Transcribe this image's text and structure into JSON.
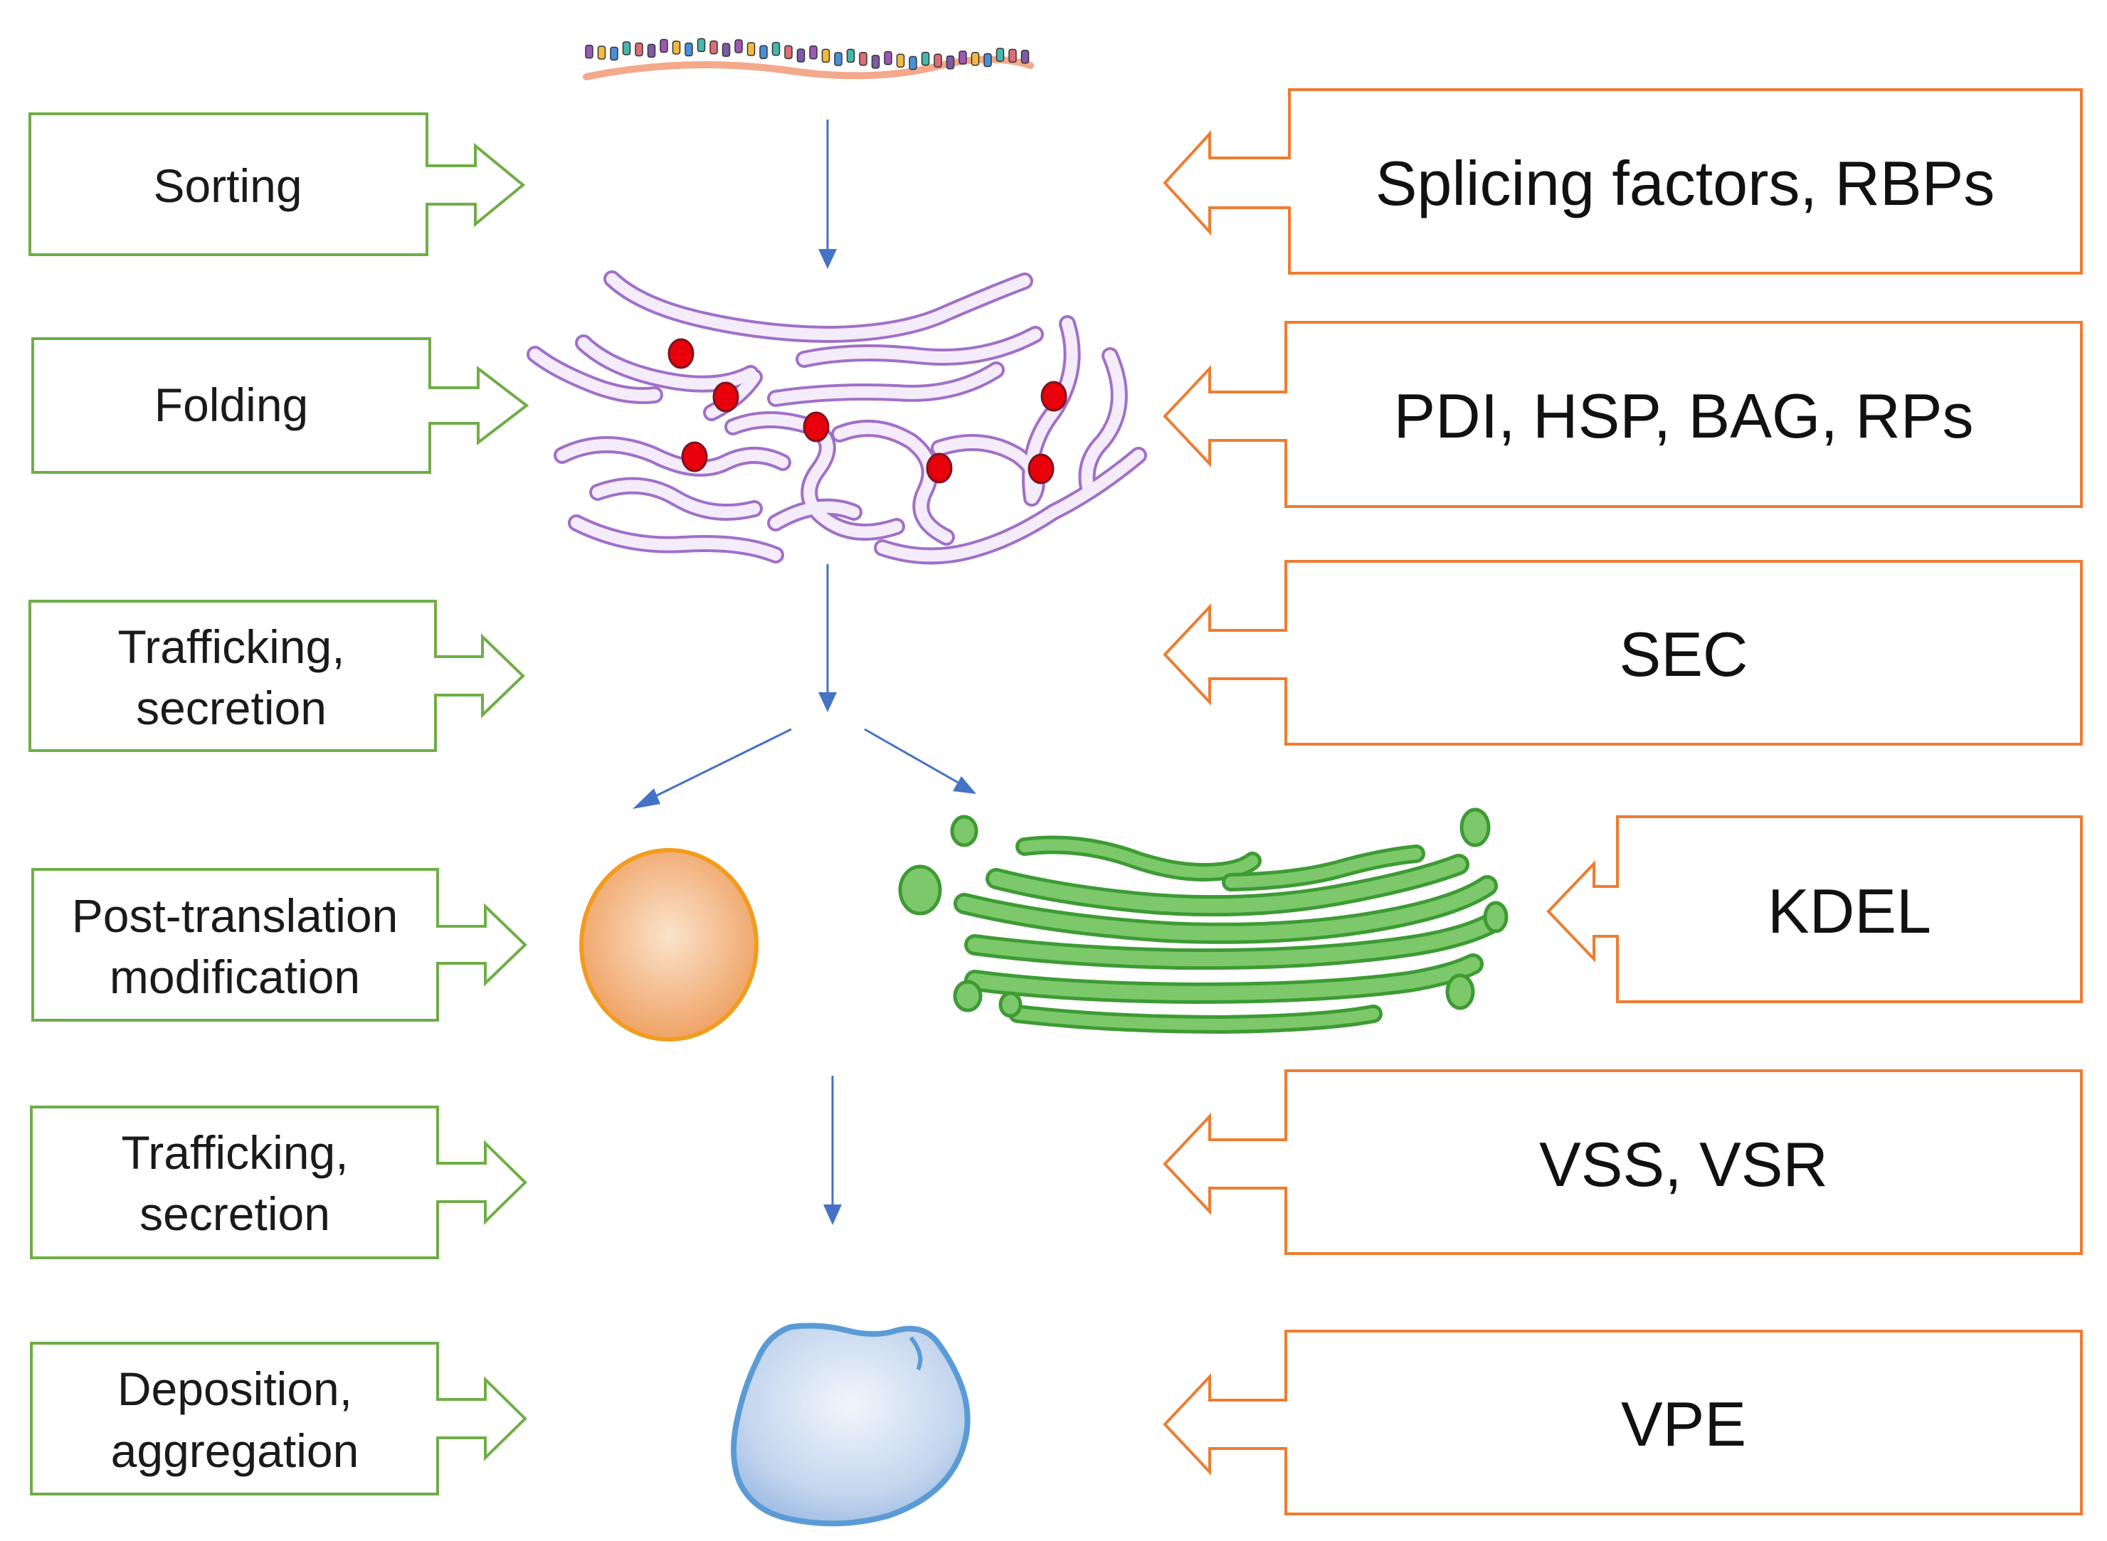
{
  "colors": {
    "process_stroke": "#70AD47",
    "factor_stroke": "#ED7D31",
    "flow_arrow": "#4472C4",
    "er_stroke": "#A070C8",
    "er_inner": "#F4ECFA",
    "protein_dot": "#E8000B",
    "golgi_fill": "#7CC86A",
    "golgi_stroke": "#3E9B34",
    "pac_fill": "#F0A060",
    "pac_stroke": "#F29C1F",
    "psv_fill": "#B8D0EE",
    "psv_stroke": "#5B9BD5",
    "mrna_backbone": "#F3A98A"
  },
  "process_steps": [
    {
      "lines": [
        "Sorting"
      ]
    },
    {
      "lines": [
        "Folding"
      ]
    },
    {
      "lines": [
        "Trafficking,",
        "secretion"
      ]
    },
    {
      "lines": [
        "Post-translation",
        "modification"
      ]
    },
    {
      "lines": [
        "Trafficking,",
        "secretion"
      ]
    },
    {
      "lines": [
        "Deposition,",
        "aggregation"
      ]
    }
  ],
  "factors": [
    {
      "label": "Splicing factors, RBPs"
    },
    {
      "label": "PDI, HSP, BAG, RPs"
    },
    {
      "label": "SEC"
    },
    {
      "label": "KDEL"
    },
    {
      "label": "VSS, VSR"
    },
    {
      "label": "VPE"
    }
  ],
  "illustrations": {
    "mrna": "mrna-with-ribosomes",
    "er": "endoplasmic-reticulum",
    "pac": "precursor-accumulating-vesicle",
    "golgi": "golgi-apparatus",
    "psv": "protein-storage-vacuole"
  }
}
